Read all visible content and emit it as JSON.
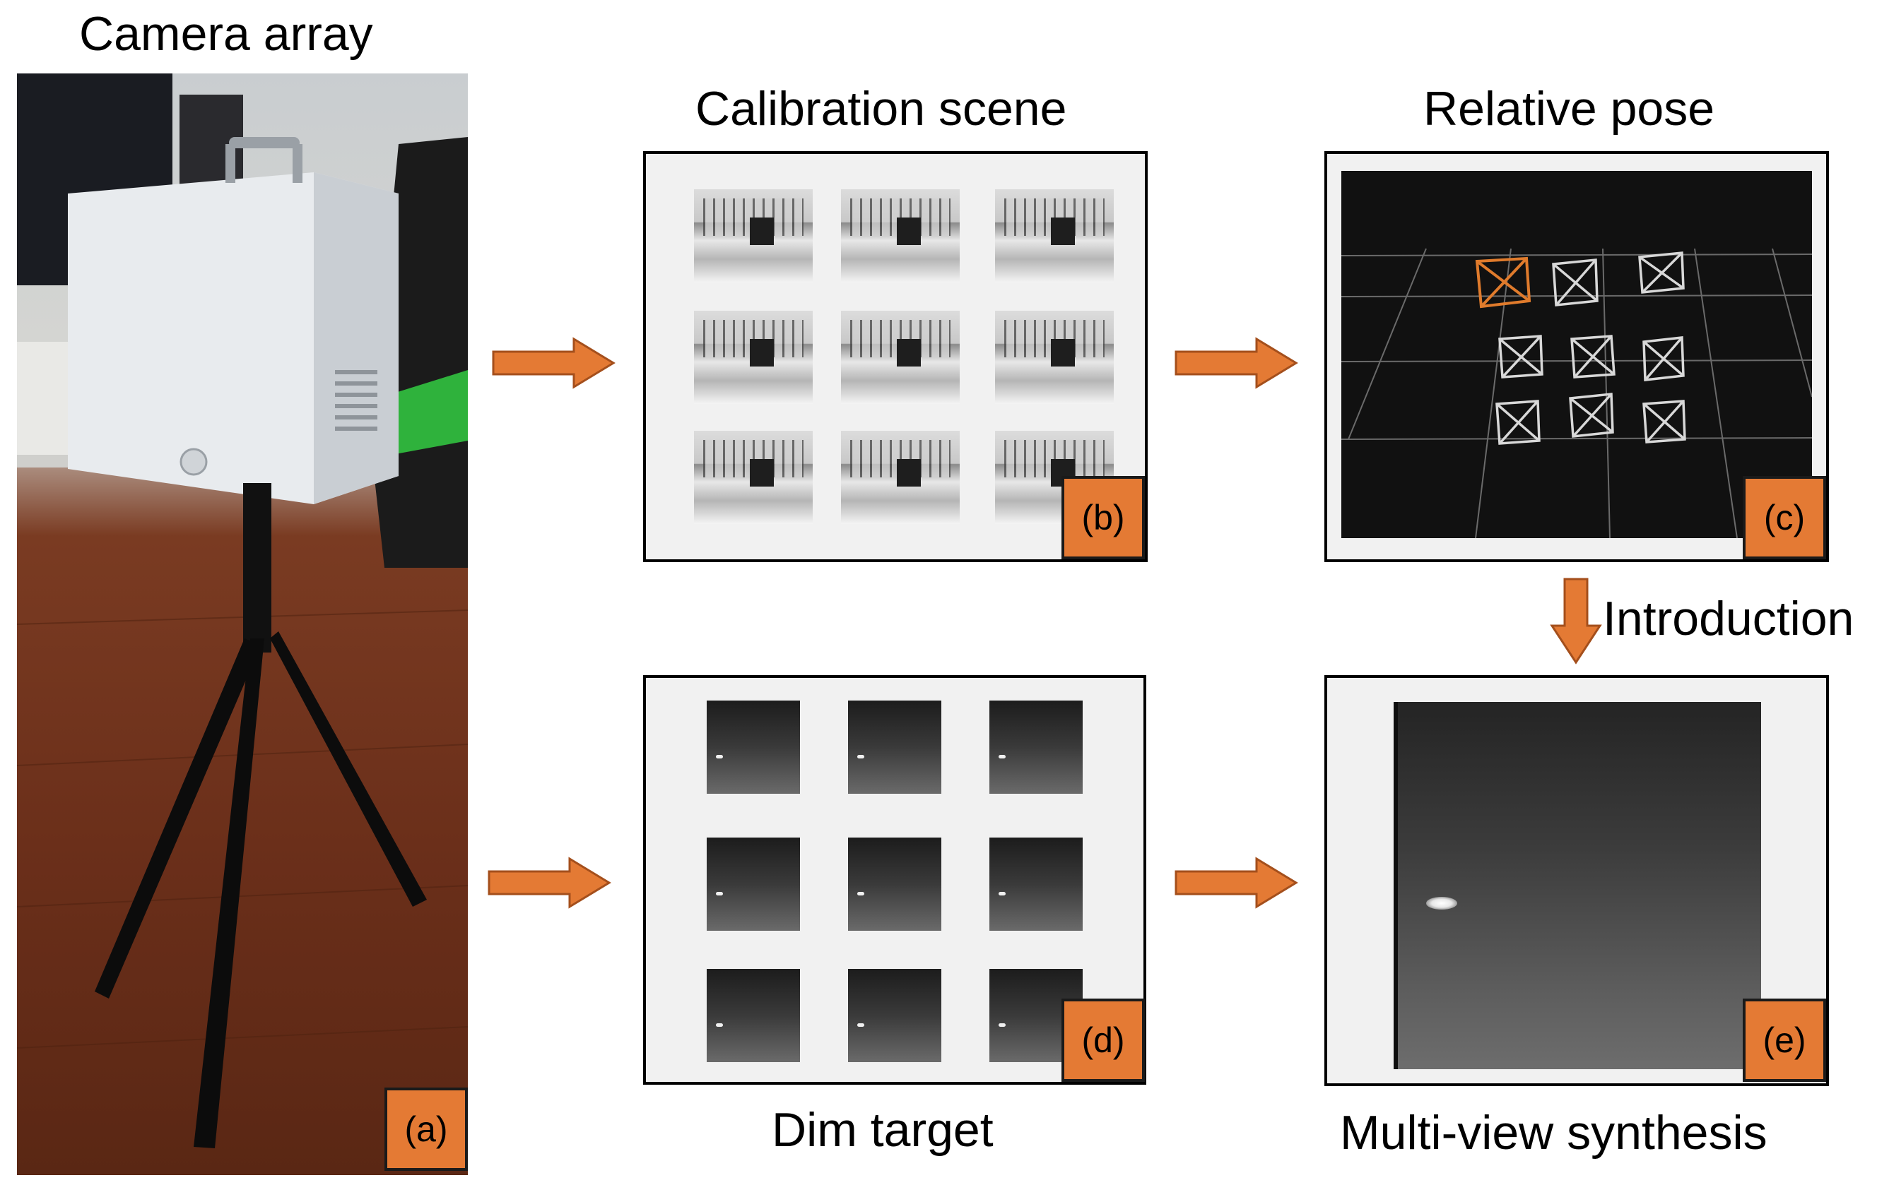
{
  "titles": {
    "camera_array": "Camera array",
    "calibration_scene": "Calibration scene",
    "relative_pose": "Relative pose",
    "introduction": "Introduction",
    "dim_target": "Dim target",
    "multi_view_synthesis": "Multi-view synthesis"
  },
  "tags": {
    "a": "(a)",
    "b": "(b)",
    "c": "(c)",
    "d": "(d)",
    "e": "(e)"
  },
  "colors": {
    "arrow": "#e47a34",
    "tag": "#e47a34",
    "panel_bg": "#f1f1f1",
    "pose_bg": "#111111",
    "reference_camera": "#e07b2c"
  },
  "icons": {
    "flow_arrow": "right-arrow-icon",
    "down_arrow": "down-arrow-icon",
    "camera_frustum": "camera-frustum-icon"
  }
}
